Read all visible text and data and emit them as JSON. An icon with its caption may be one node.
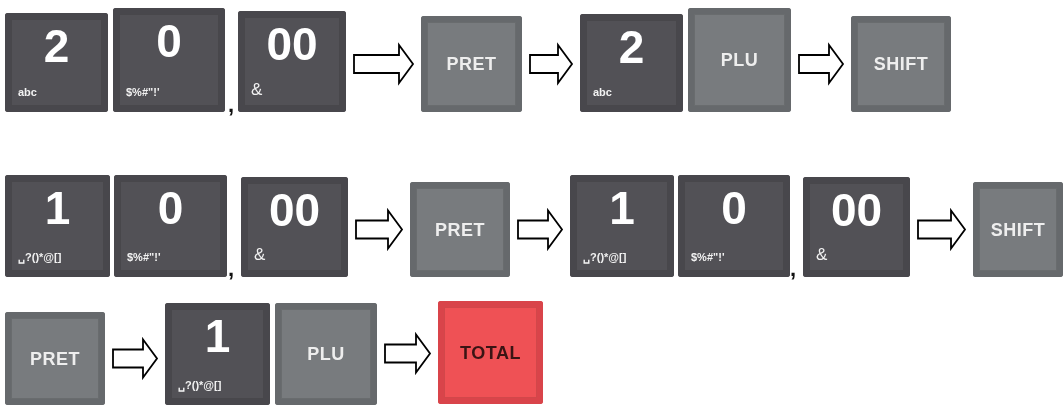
{
  "diagram": {
    "nodes": [
      {
        "text": [
          "2",
          "abc"
        ]
      },
      {
        "text": [
          "0",
          "$%#\"!'"
        ]
      },
      {
        "text": [
          "00",
          "&"
        ]
      },
      {
        "text": [
          "PRET"
        ]
      },
      {
        "text": [
          "2",
          "abc"
        ]
      },
      {
        "text": [
          "PLU"
        ]
      },
      {
        "text": [
          "SHIFT"
        ]
      },
      {
        "text": [
          "1",
          "␣?()*@[]"
        ]
      },
      {
        "text": [
          "0",
          "$%#\"!'"
        ]
      },
      {
        "text": [
          "00",
          "&"
        ]
      },
      {
        "text": [
          "PRET"
        ]
      },
      {
        "text": [
          "1",
          "␣?()*@[]"
        ]
      },
      {
        "text": [
          "0",
          "$%#\"!'"
        ]
      },
      {
        "text": [
          "00",
          "&"
        ]
      },
      {
        "text": [
          "SHIFT"
        ]
      },
      {
        "text": [
          "PRET"
        ]
      },
      {
        "text": [
          "1",
          "␣?()*@[]"
        ]
      },
      {
        "text": [
          "PLU"
        ]
      },
      {
        "text": [
          "TOTAL"
        ]
      }
    ],
    "edges": [
      {
        "from": 2,
        "to": 3,
        "arrow": "to"
      },
      {
        "from": 3,
        "to": 4,
        "arrow": "to"
      },
      {
        "from": 5,
        "to": 6,
        "arrow": "to"
      },
      {
        "from": 9,
        "to": 10,
        "arrow": "to"
      },
      {
        "from": 10,
        "to": 11,
        "arrow": "to"
      },
      {
        "from": 13,
        "to": 14,
        "arrow": "to"
      },
      {
        "from": 15,
        "to": 16,
        "arrow": "to"
      },
      {
        "from": 17,
        "to": 18,
        "arrow": "to"
      }
    ],
    "labels": [
      ",",
      ",",
      ","
    ]
  }
}
